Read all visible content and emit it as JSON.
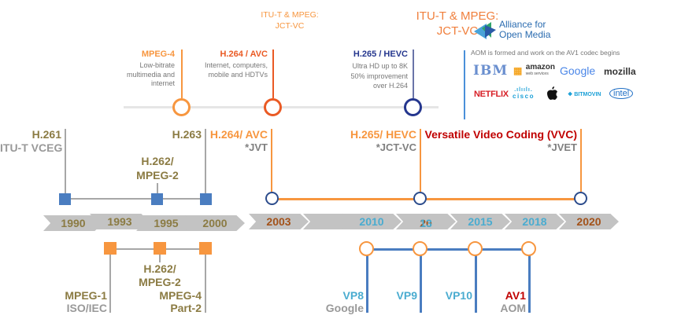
{
  "colors": {
    "orange": "#f7963f",
    "red_orange": "#ea5a24",
    "navy": "#24368e",
    "blue": "#4a7dc0",
    "olive": "#8b7b43",
    "gray": "#999999",
    "teal": "#4aacd0",
    "brown": "#a3521a",
    "vvc_red": "#c00000",
    "chevron": "#c3c3c3"
  },
  "top_timeline": {
    "groups": [
      {
        "title": "ITU-T & MPEG:\nJCT-VC"
      },
      {
        "title": "ITU-T & MPEG:\nJCT-VC"
      }
    ],
    "milestones": [
      {
        "name": "MPEG-4",
        "desc": [
          "Low-bitrate",
          "multimedia and",
          "internet"
        ]
      },
      {
        "name": "H.264 / AVC",
        "desc": [
          "Internet, computers,",
          "mobile and HDTVs"
        ]
      },
      {
        "name": "H.265 / HEVC",
        "desc": [
          "Ultra HD up to 8K",
          "50% improvement",
          "over H.264"
        ]
      }
    ],
    "aom": {
      "logo_text_1": "Alliance for",
      "logo_text_2": "Open Media",
      "desc": "AOM is formed and work on the AV1 codec begins",
      "members": [
        "IBM",
        "amazon",
        "Google",
        "mozilla",
        "NETFLIX",
        "cisco",
        "apple",
        "BITMOVIN",
        "intel"
      ],
      "amazon_sub": "web services"
    }
  },
  "itu_timeline": {
    "standards": [
      {
        "name": "H.261",
        "org": "ITU-T VCEG"
      },
      {
        "name": "H.262/\nMPEG-2"
      },
      {
        "name": "H.263"
      }
    ]
  },
  "jvt_timeline": {
    "standards": [
      {
        "name": "H.264/ AVC",
        "org": "*JVT"
      },
      {
        "name": "H.265/ HEVC",
        "org": "*JCT-VC"
      },
      {
        "name": "Versatile Video Coding (VVC)",
        "org": "*JVET"
      }
    ]
  },
  "years": [
    {
      "label": "1990"
    },
    {
      "label": "1993"
    },
    {
      "label": "1995"
    },
    {
      "label": "2000"
    },
    {
      "label": "2003"
    },
    {
      "label": ""
    },
    {
      "label": "2010"
    },
    {
      "label_a": "20",
      "label_b": "13"
    },
    {
      "label": "2015"
    },
    {
      "label": "2018"
    },
    {
      "label": "2020"
    }
  ],
  "mpeg_timeline": {
    "standards": [
      {
        "name": "MPEG-1",
        "org": "ISO/IEC"
      },
      {
        "name": "H.262/\nMPEG-2"
      },
      {
        "name": "MPEG-4",
        "part": "Part-2"
      }
    ]
  },
  "open_timeline": {
    "codecs": [
      {
        "name": "VP8",
        "org": "Google"
      },
      {
        "name": "VP9"
      },
      {
        "name": "VP10"
      },
      {
        "name": "AV1",
        "org": "AOM"
      }
    ]
  }
}
